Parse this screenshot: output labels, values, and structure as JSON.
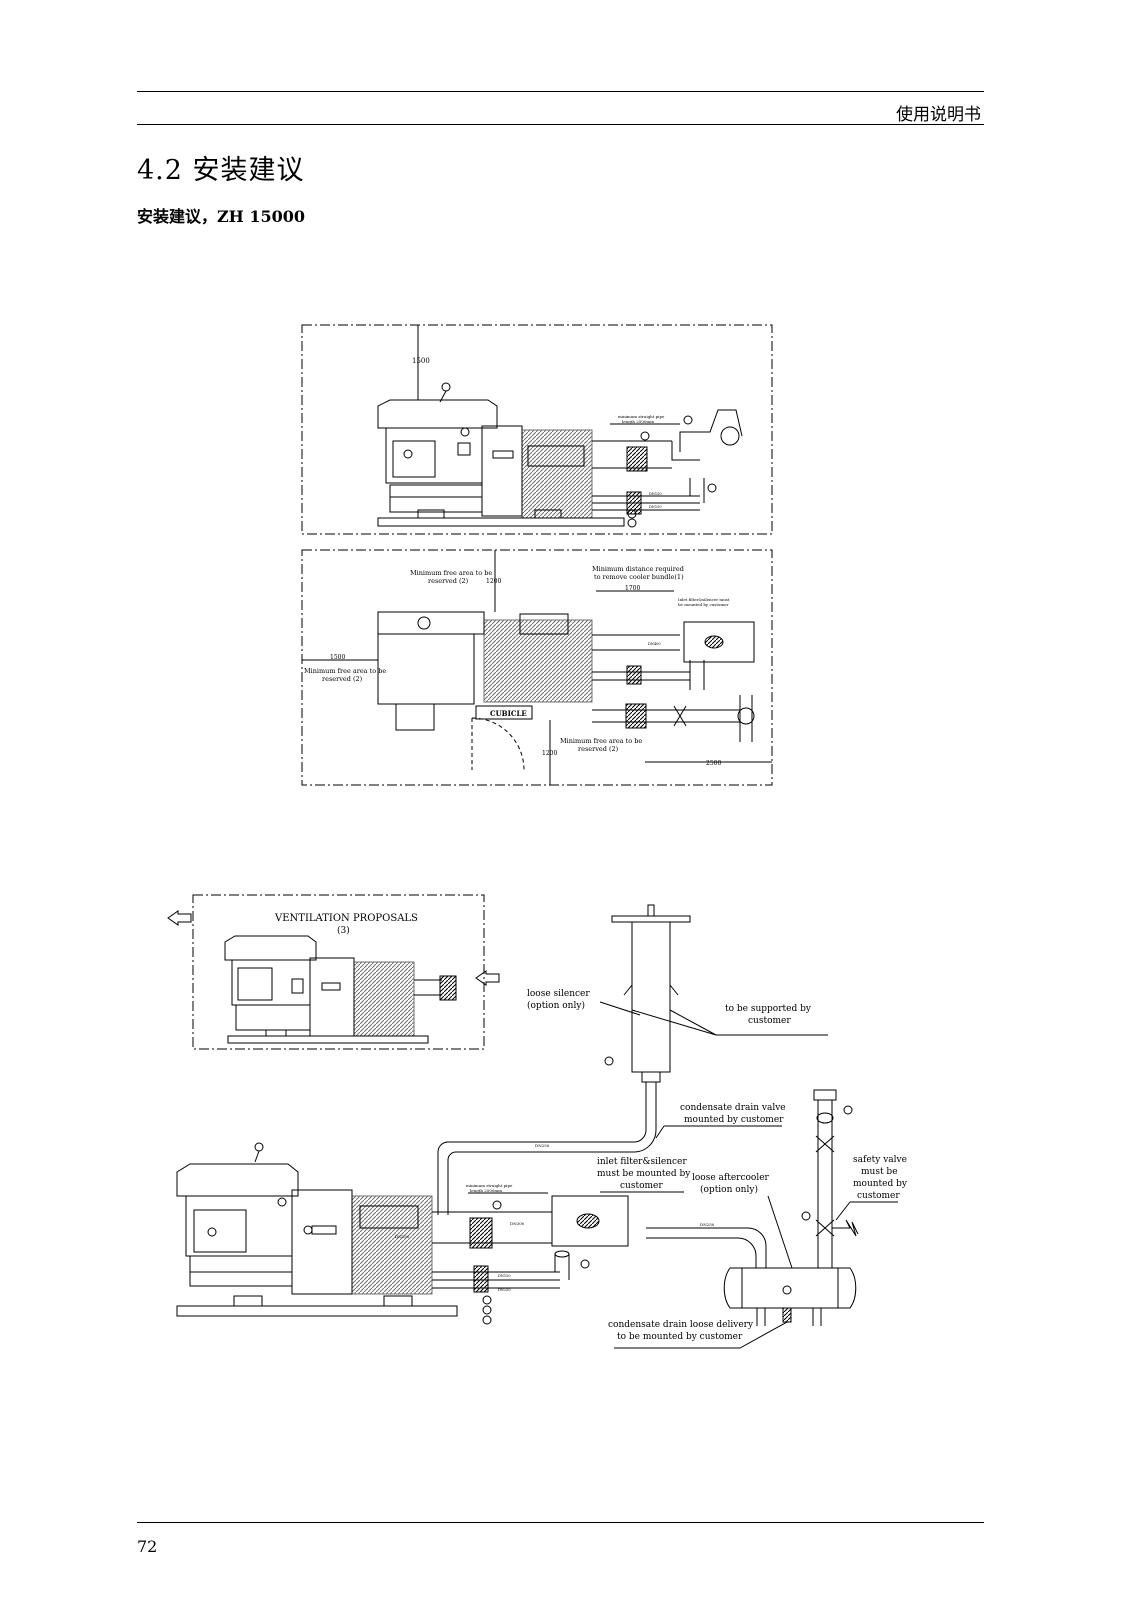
{
  "header": {
    "title": "使用说明书"
  },
  "section": {
    "title": "4.2  安装建议",
    "subtitle": "安装建议，ZH 15000"
  },
  "page_number": "72",
  "top_view": {
    "dim_height": "1500",
    "min_straight_pipe": [
      "minimum straight pipe",
      "length 2500mm"
    ],
    "dn_labels": [
      "DN150",
      "DN150"
    ]
  },
  "plan_view": {
    "min_free_area_top": [
      "Minimum free area to be",
      "reserved (2)"
    ],
    "dim_top": "1200",
    "min_distance": [
      "Minimum distance required",
      "to remove cooler bundle(1)"
    ],
    "dim_cooler": "1700",
    "inlet_filter_note": [
      "Inlet filter&silencer must",
      "be mounted by customer"
    ],
    "min_free_area_left": [
      "Minimum free area to be",
      "reserved (2)"
    ],
    "dim_left": "1500",
    "cubicle": "CUBICLE",
    "min_free_area_bottom": [
      "Minimum free area to be",
      "reserved (2)"
    ],
    "dim_bottom": "1200",
    "dim_right": "2500",
    "dn_label": "DN400"
  },
  "ventilation": {
    "title": "VENTILATION PROPOSALS",
    "note": "(3)"
  },
  "lower": {
    "loose_silencer": [
      "loose silencer",
      "(option only)"
    ],
    "supported_by": [
      "to be supported by",
      "customer"
    ],
    "condensate_valve": [
      "condensate drain valve",
      "mounted by customer"
    ],
    "inlet_filter": [
      "inlet filter&silencer",
      "must be mounted by",
      "customer"
    ],
    "loose_aftercooler": [
      "loose aftercooler",
      "(option only)"
    ],
    "safety_valve": [
      "safety valve",
      "must be",
      "mounted by",
      "customer"
    ],
    "condensate_delivery": [
      "condensate drain loose delivery",
      "to be mounted by customer"
    ],
    "min_straight_pipe": [
      "minimum straight pipe",
      "length 2500mm"
    ],
    "dn_labels": [
      "DN250",
      "DN300",
      "DN150",
      "DN150",
      "DN150",
      "DN250"
    ]
  }
}
